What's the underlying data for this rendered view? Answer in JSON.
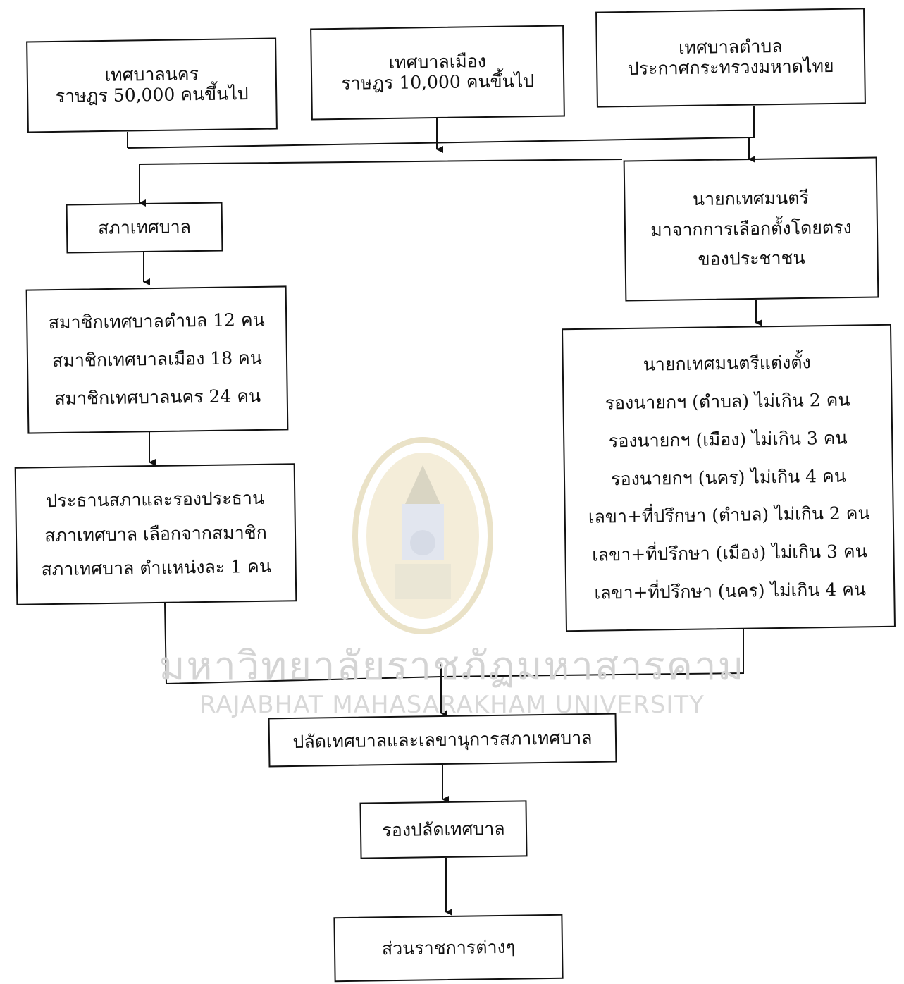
{
  "boxes": {
    "city_municipality": {
      "lines": [
        "เทศบาลนคร",
        "ราษฎร 50,000 คนขึ้นไป"
      ]
    },
    "town_municipality": {
      "lines": [
        "เทศบาลเมือง",
        "ราษฎร 10,000 คนขึ้นไป"
      ]
    },
    "subdistrict_municipality": {
      "lines": [
        "เทศบาลตำบล",
        "ประกาศกระทรวงมหาดไทย"
      ]
    },
    "municipal_council": {
      "lines": [
        "สภาเทศบาล"
      ]
    },
    "mayor": {
      "lines": [
        "นายกเทศมนตรี",
        "มาจากการเลือกตั้งโดยตรง",
        "ของประชาชน"
      ]
    },
    "council_members": {
      "lines": [
        "สมาชิกเทศบาลตำบล 12 คน",
        "สมาชิกเทศบาลเมือง 18 คน",
        "สมาชิกเทศบาลนคร 24 คน"
      ]
    },
    "mayor_appoints": {
      "lines": [
        "นายกเทศมนตรีแต่งตั้ง",
        "รองนายกฯ (ตำบล) ไม่เกิน 2 คน",
        "รองนายกฯ (เมือง) ไม่เกิน 3 คน",
        "รองนายกฯ (นคร) ไม่เกิน 4 คน",
        "เลขา+ที่ปรึกษา (ตำบล) ไม่เกิน 2 คน",
        "เลขา+ที่ปรึกษา (เมือง) ไม่เกิน 3 คน",
        "เลขา+ที่ปรึกษา (นคร) ไม่เกิน 4 คน"
      ]
    },
    "council_chair": {
      "lines": [
        "ประธานสภาและรองประธาน",
        "สภาเทศบาล เลือกจากสมาชิก",
        "สภาเทศบาล ตำแหน่งละ 1 คน"
      ]
    },
    "municipal_clerk": {
      "lines": [
        "ปลัดเทศบาลและเลขานุการสภาเทศบาล"
      ]
    },
    "deputy_clerk": {
      "lines": [
        "รองปลัดเทศบาล"
      ]
    },
    "departments": {
      "lines": [
        "ส่วนราชการต่างๆ"
      ]
    }
  },
  "watermark": {
    "thai": "มหาวิทยาลัยราชภัฏมหาสารคาม",
    "english": "RAJABHAT MAHASARAKHAM UNIVERSITY"
  }
}
